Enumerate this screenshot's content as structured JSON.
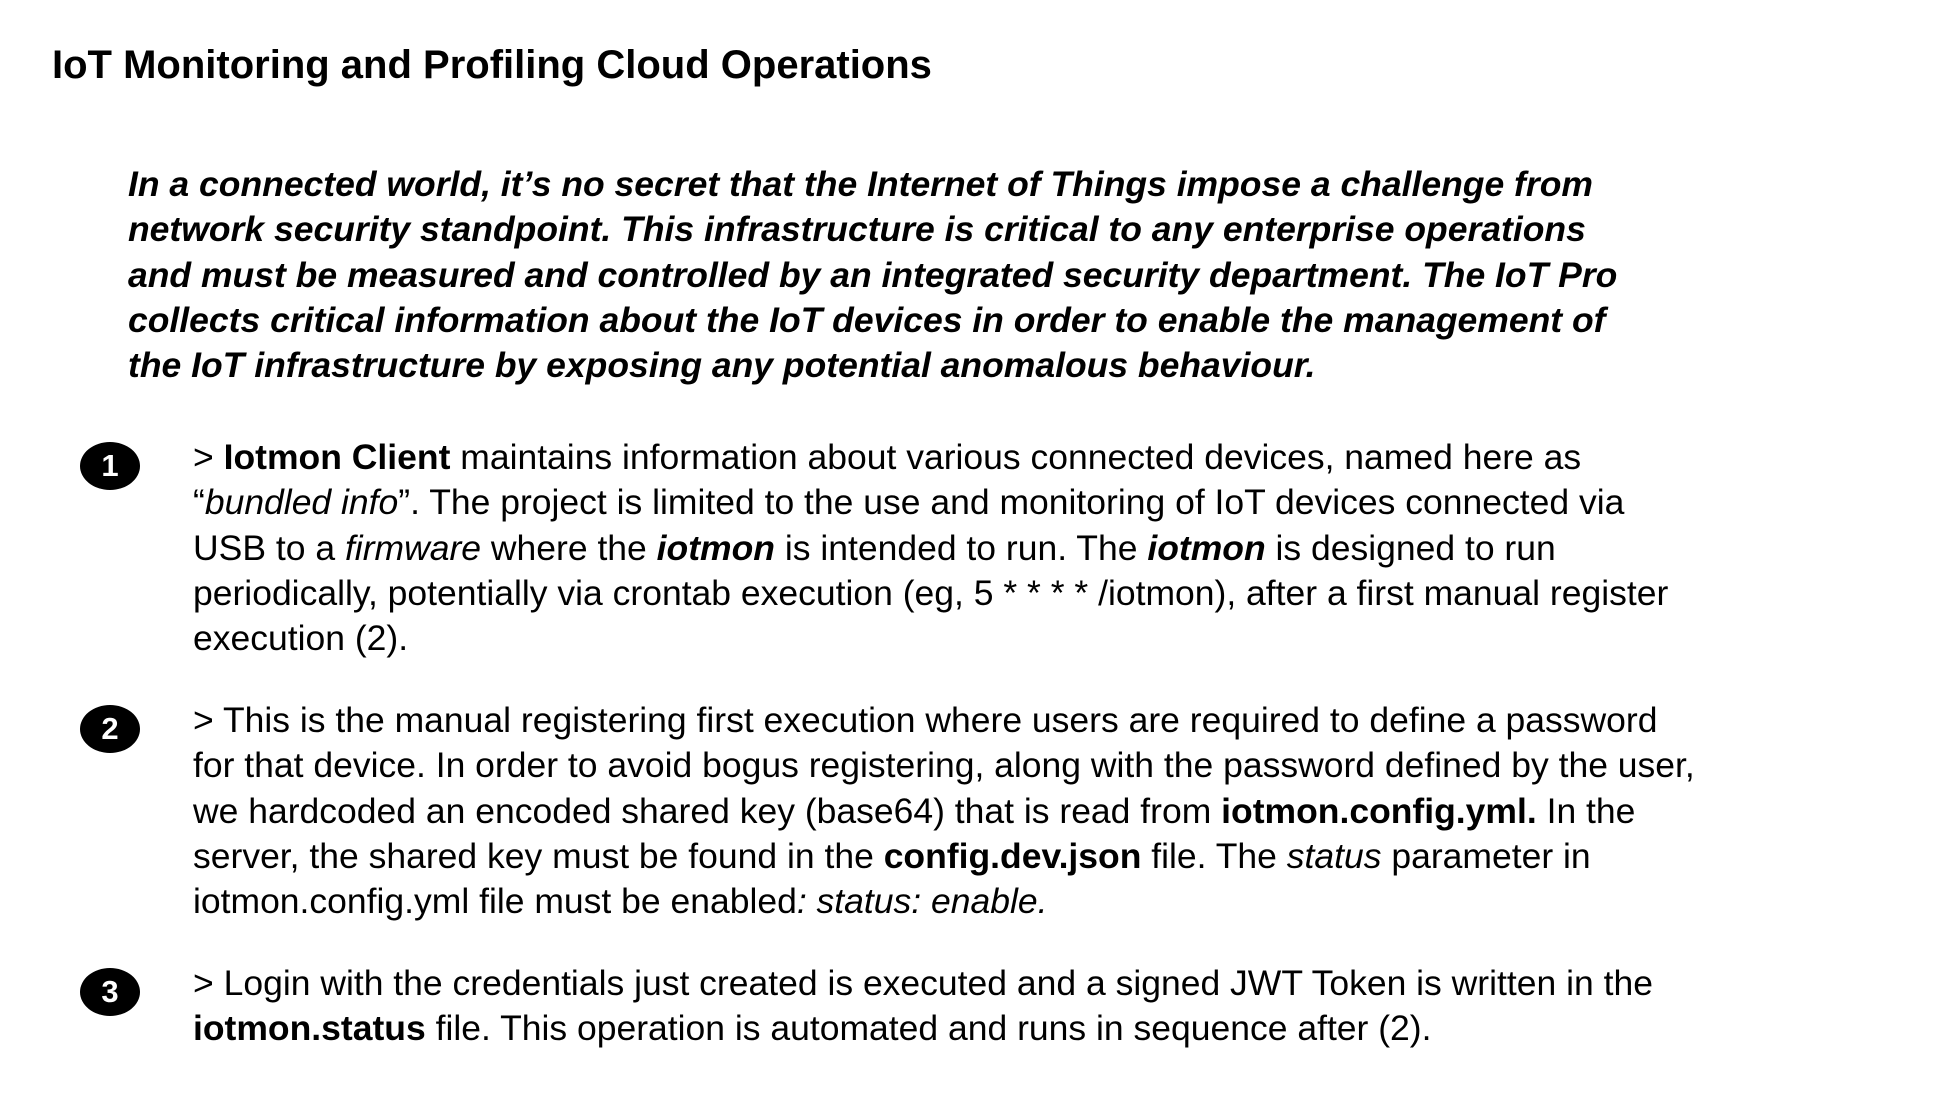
{
  "title": "IoT Monitoring and Profiling Cloud Operations",
  "intro": {
    "lines": [
      "In a connected world, it’s no secret that the Internet of Things impose a challenge from",
      "network security standpoint. This infrastructure is critical to any enterprise operations",
      "and must be measured and controlled by an integrated security department.  The IoT Pro",
      "collects critical information about the IoT devices in order to enable the management of",
      "the IoT infrastructure by exposing any potential anomalous behaviour."
    ]
  },
  "items": [
    {
      "number": "1",
      "segments": {
        "s1": "> ",
        "s2": "Iotmon Client",
        "s3": " maintains information about various connected devices, named here as",
        "s4": "“",
        "s5": "bundled info",
        "s6": "”. The project is limited to the use and monitoring of IoT devices connected via",
        "s7": "USB to a ",
        "s8": "firmware",
        "s9": " where the ",
        "s10": "iotmon",
        "s11": " is intended to run. The ",
        "s12": "iotmon",
        "s13": " is designed to run",
        "s14": "periodically, potentially via crontab execution (eg, 5 * * * * /iotmon), after a first manual register",
        "s15": "execution (2)."
      }
    },
    {
      "number": "2",
      "segments": {
        "s1": "> This is the manual registering first execution where users are required to define a password",
        "s2": "for that device. In order to avoid bogus registering, along with the password defined by the user,",
        "s3": "we hardcoded an encoded shared key (base64) that is read from ",
        "s4": "iotmon.config.yml.",
        "s5": " In the",
        "s6": "server, the shared key must be found in the ",
        "s7": "config.dev.json",
        "s8": " file. The ",
        "s9": "status",
        "s10": " parameter in",
        "s11": "iotmon.config.yml file must be enabled",
        "s12": ": status: enable."
      }
    },
    {
      "number": "3",
      "segments": {
        "s1": "> Login with the credentials just created is executed and a signed JWT Token is written in the",
        "s2": "iotmon.status",
        "s3": " file. This operation is automated and runs in sequence after (2)."
      }
    }
  ]
}
